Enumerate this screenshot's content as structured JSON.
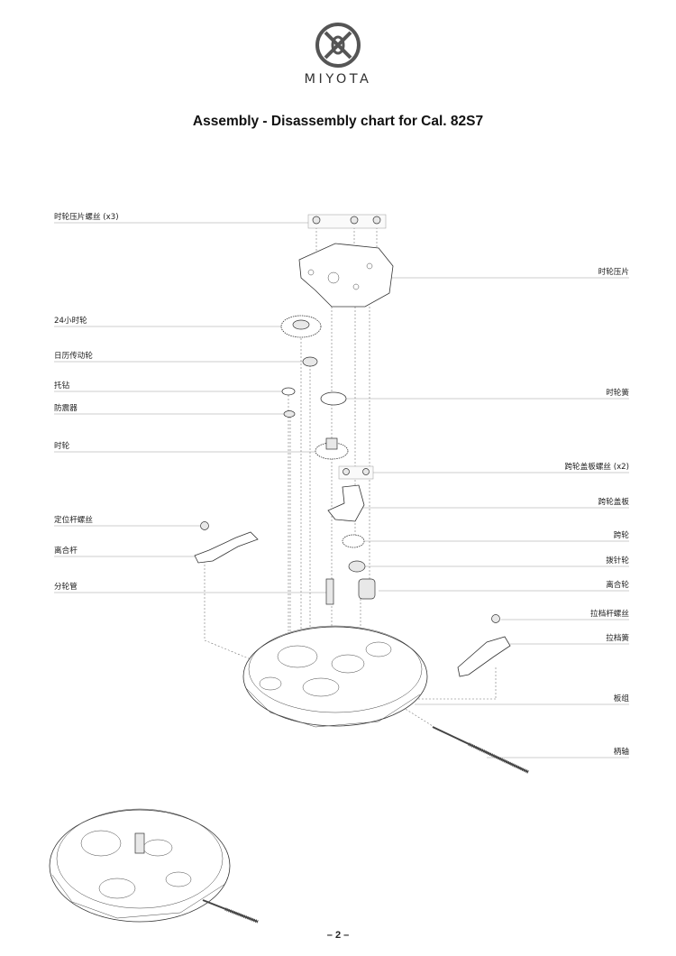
{
  "brand": {
    "name": "MIYOTA",
    "logo_icon": "miyota-logo-icon"
  },
  "title": "Assembly - Disassembly chart for Cal. 82S7",
  "labels_left": [
    {
      "id": "hour-wheel-plate-screw",
      "text": "时轮压片螺丝 (x3)"
    },
    {
      "id": "24-hour-wheel",
      "text": "24小时轮"
    },
    {
      "id": "date-driving-wheel",
      "text": "日历传动轮"
    },
    {
      "id": "jewel",
      "text": "托钻"
    },
    {
      "id": "shock-absorber",
      "text": "防震器"
    },
    {
      "id": "hour-wheel",
      "text": "时轮"
    },
    {
      "id": "setting-lever-screw",
      "text": "定位杆螺丝"
    },
    {
      "id": "clutch-lever",
      "text": "离合杆"
    },
    {
      "id": "cannon-pinion",
      "text": "分轮管"
    }
  ],
  "labels_right": [
    {
      "id": "hour-wheel-plate",
      "text": "时轮压片"
    },
    {
      "id": "hour-wheel-spring",
      "text": "时轮簧"
    },
    {
      "id": "bridge-cover-screw",
      "text": "跨轮盖板螺丝 (x2)"
    },
    {
      "id": "bridge-cover",
      "text": "跨轮盖板"
    },
    {
      "id": "minute-wheel",
      "text": "跨轮"
    },
    {
      "id": "setting-wheel",
      "text": "拨针轮"
    },
    {
      "id": "clutch-wheel",
      "text": "离合轮"
    },
    {
      "id": "yoke-screw",
      "text": "拉档杆螺丝"
    },
    {
      "id": "yoke-spring",
      "text": "拉档簧"
    },
    {
      "id": "main-plate-assembly",
      "text": "板组"
    },
    {
      "id": "winding-stem",
      "text": "柄轴"
    }
  ],
  "page_number": "– 2 –"
}
